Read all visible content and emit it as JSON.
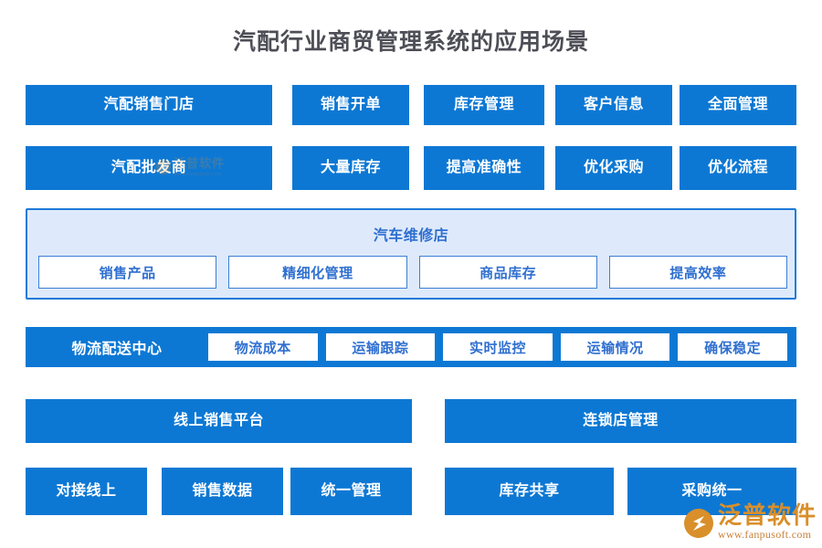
{
  "page": {
    "title": "汽配行业商贸管理系统的应用场景",
    "accent_blue": "#0d78d4",
    "panel_bg": "#deeafb",
    "panel_border": "#1e7ad8",
    "panel_text": "#2f6fd0",
    "title_color": "#4e4e57",
    "watermark_color": "#d98f2a"
  },
  "rows": [
    {
      "name": "retail-store",
      "label": "汽配销售门店",
      "items": [
        "销售开单",
        "库存管理",
        "客户信息",
        "全面管理"
      ]
    },
    {
      "name": "wholesaler",
      "label": "汽配批发商",
      "items": [
        "大量库存",
        "提高准确性",
        "优化采购",
        "优化流程"
      ]
    }
  ],
  "repair_panel": {
    "title": "汽车维修店",
    "items": [
      "销售产品",
      "精细化管理",
      "商品库存",
      "提高效率"
    ]
  },
  "logistics": {
    "label": "物流配送中心",
    "items": [
      "物流成本",
      "运输跟踪",
      "实时监控",
      "运输情况",
      "确保稳定"
    ]
  },
  "groups": [
    {
      "name": "online-sales-platform",
      "heading": "线上销售平台",
      "items": [
        "对接线上",
        "销售数据",
        "统一管理"
      ]
    },
    {
      "name": "chain-store-management",
      "heading": "连锁店管理",
      "items": [
        "库存共享",
        "采购统一"
      ]
    }
  ],
  "watermark": {
    "brand": "泛普软件",
    "url": "www.fanpusoft.com"
  }
}
